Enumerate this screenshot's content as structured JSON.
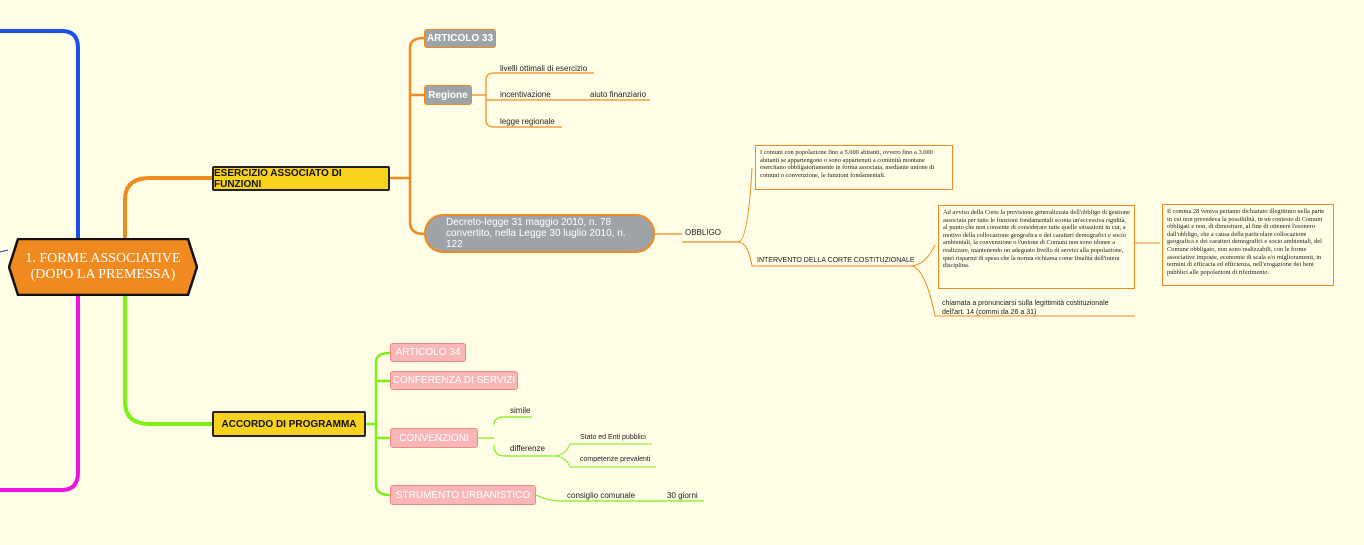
{
  "colors": {
    "orange": "#f08a1f",
    "blue": "#1a4fe8",
    "magenta": "#ee12e0",
    "green": "#7ef012",
    "yellow": "#f8d21c",
    "grey": "#9ea3a8",
    "pink": "#f8b6b6",
    "background": "#fffde6"
  },
  "central": {
    "text": "1. FORME ASSOCIATIVE (DOPO LA PREMESSA)"
  },
  "esercizio": {
    "label": "ESERCIZIO ASSOCIATO DI FUNZIONI",
    "articolo": "ARTICOLO 33",
    "regione": {
      "label": "Regione",
      "livelli": "livelli ottimali di esercizio",
      "incentivazione": "incentivazione",
      "aiuto": "aiuto finanziario",
      "legge": "legge regionale"
    },
    "decreto": {
      "label": "Decreto-legge 31 maggio 2010, n. 78 convertito, nella Legge 30 luglio 2010, n. 122",
      "obbligo": "OBBLIGO",
      "obbligo_text": "I comuni con popolazione fino a 5.000 abitanti, ovvero fino a 3.000 abitanti se appartengono o sono appartenuti a comunità montane esercitano obbligatoriamente in forma associata, mediante unione di comuni o convenzione, le funzioni fondamentali.",
      "intervento": "INTERVENTO DELLA CORTE COSTITUZIONALE",
      "avviso": "Ad avviso della Corte la previsione generalizzata dell'obbligo di gestione associata per tutte le funzioni fondamentali sconta un'eccessiva rigidità, al punto che non consente di considerare tutte quelle situazioni in cui, a motivo della collocazione geografica e dei caratteri demografici e socio ambientali, la convenzione o l'unione di Comuni non sono idonee a realizzare, mantenendo un adeguato livello di servizi alla popolazione, quei risparmi di spesa che la norma richiama come finalità dell'intera disciplina.",
      "comma": "Il comma 28 veniva pertanto dichiarato illegittimo nella parte in cui non prevedeva la possibilità, in un contesto di Comuni obbligati e non, di dimostrare, al fine di ottenere l'esonero dall'obbligo, che a causa della particolare collocazione geografica e dei caratteri demografici e socio ambientali, del Comune obbligato, non sono realizzabili, con le forme associative imposte, economie di scala e/o miglioramenti, in termini di efficacia ed efficienza, nell'erogazione dei beni pubblici alle popolazioni di riferimento.",
      "chiamata": "chiamata a pronunciarsi sulla legittimità costituzionale dell'art. 14 (commi da 26 a 31)"
    }
  },
  "accordo": {
    "label": "ACCORDO DI PROGRAMMA",
    "articolo": "ARTICOLO  34",
    "conferenza": "CONFERENZA DI SERVIZI",
    "convenzioni": {
      "label": "CONVENZIONI",
      "simile": "simile",
      "differenze": "differenze",
      "stato": "Stato ed Enti pubblici",
      "competenze": "competenze prevalenti"
    },
    "strumento": {
      "label": "STRUMENTO URBANISTICO",
      "consiglio": "consiglio comunale",
      "giorni": "30 giorni"
    }
  }
}
